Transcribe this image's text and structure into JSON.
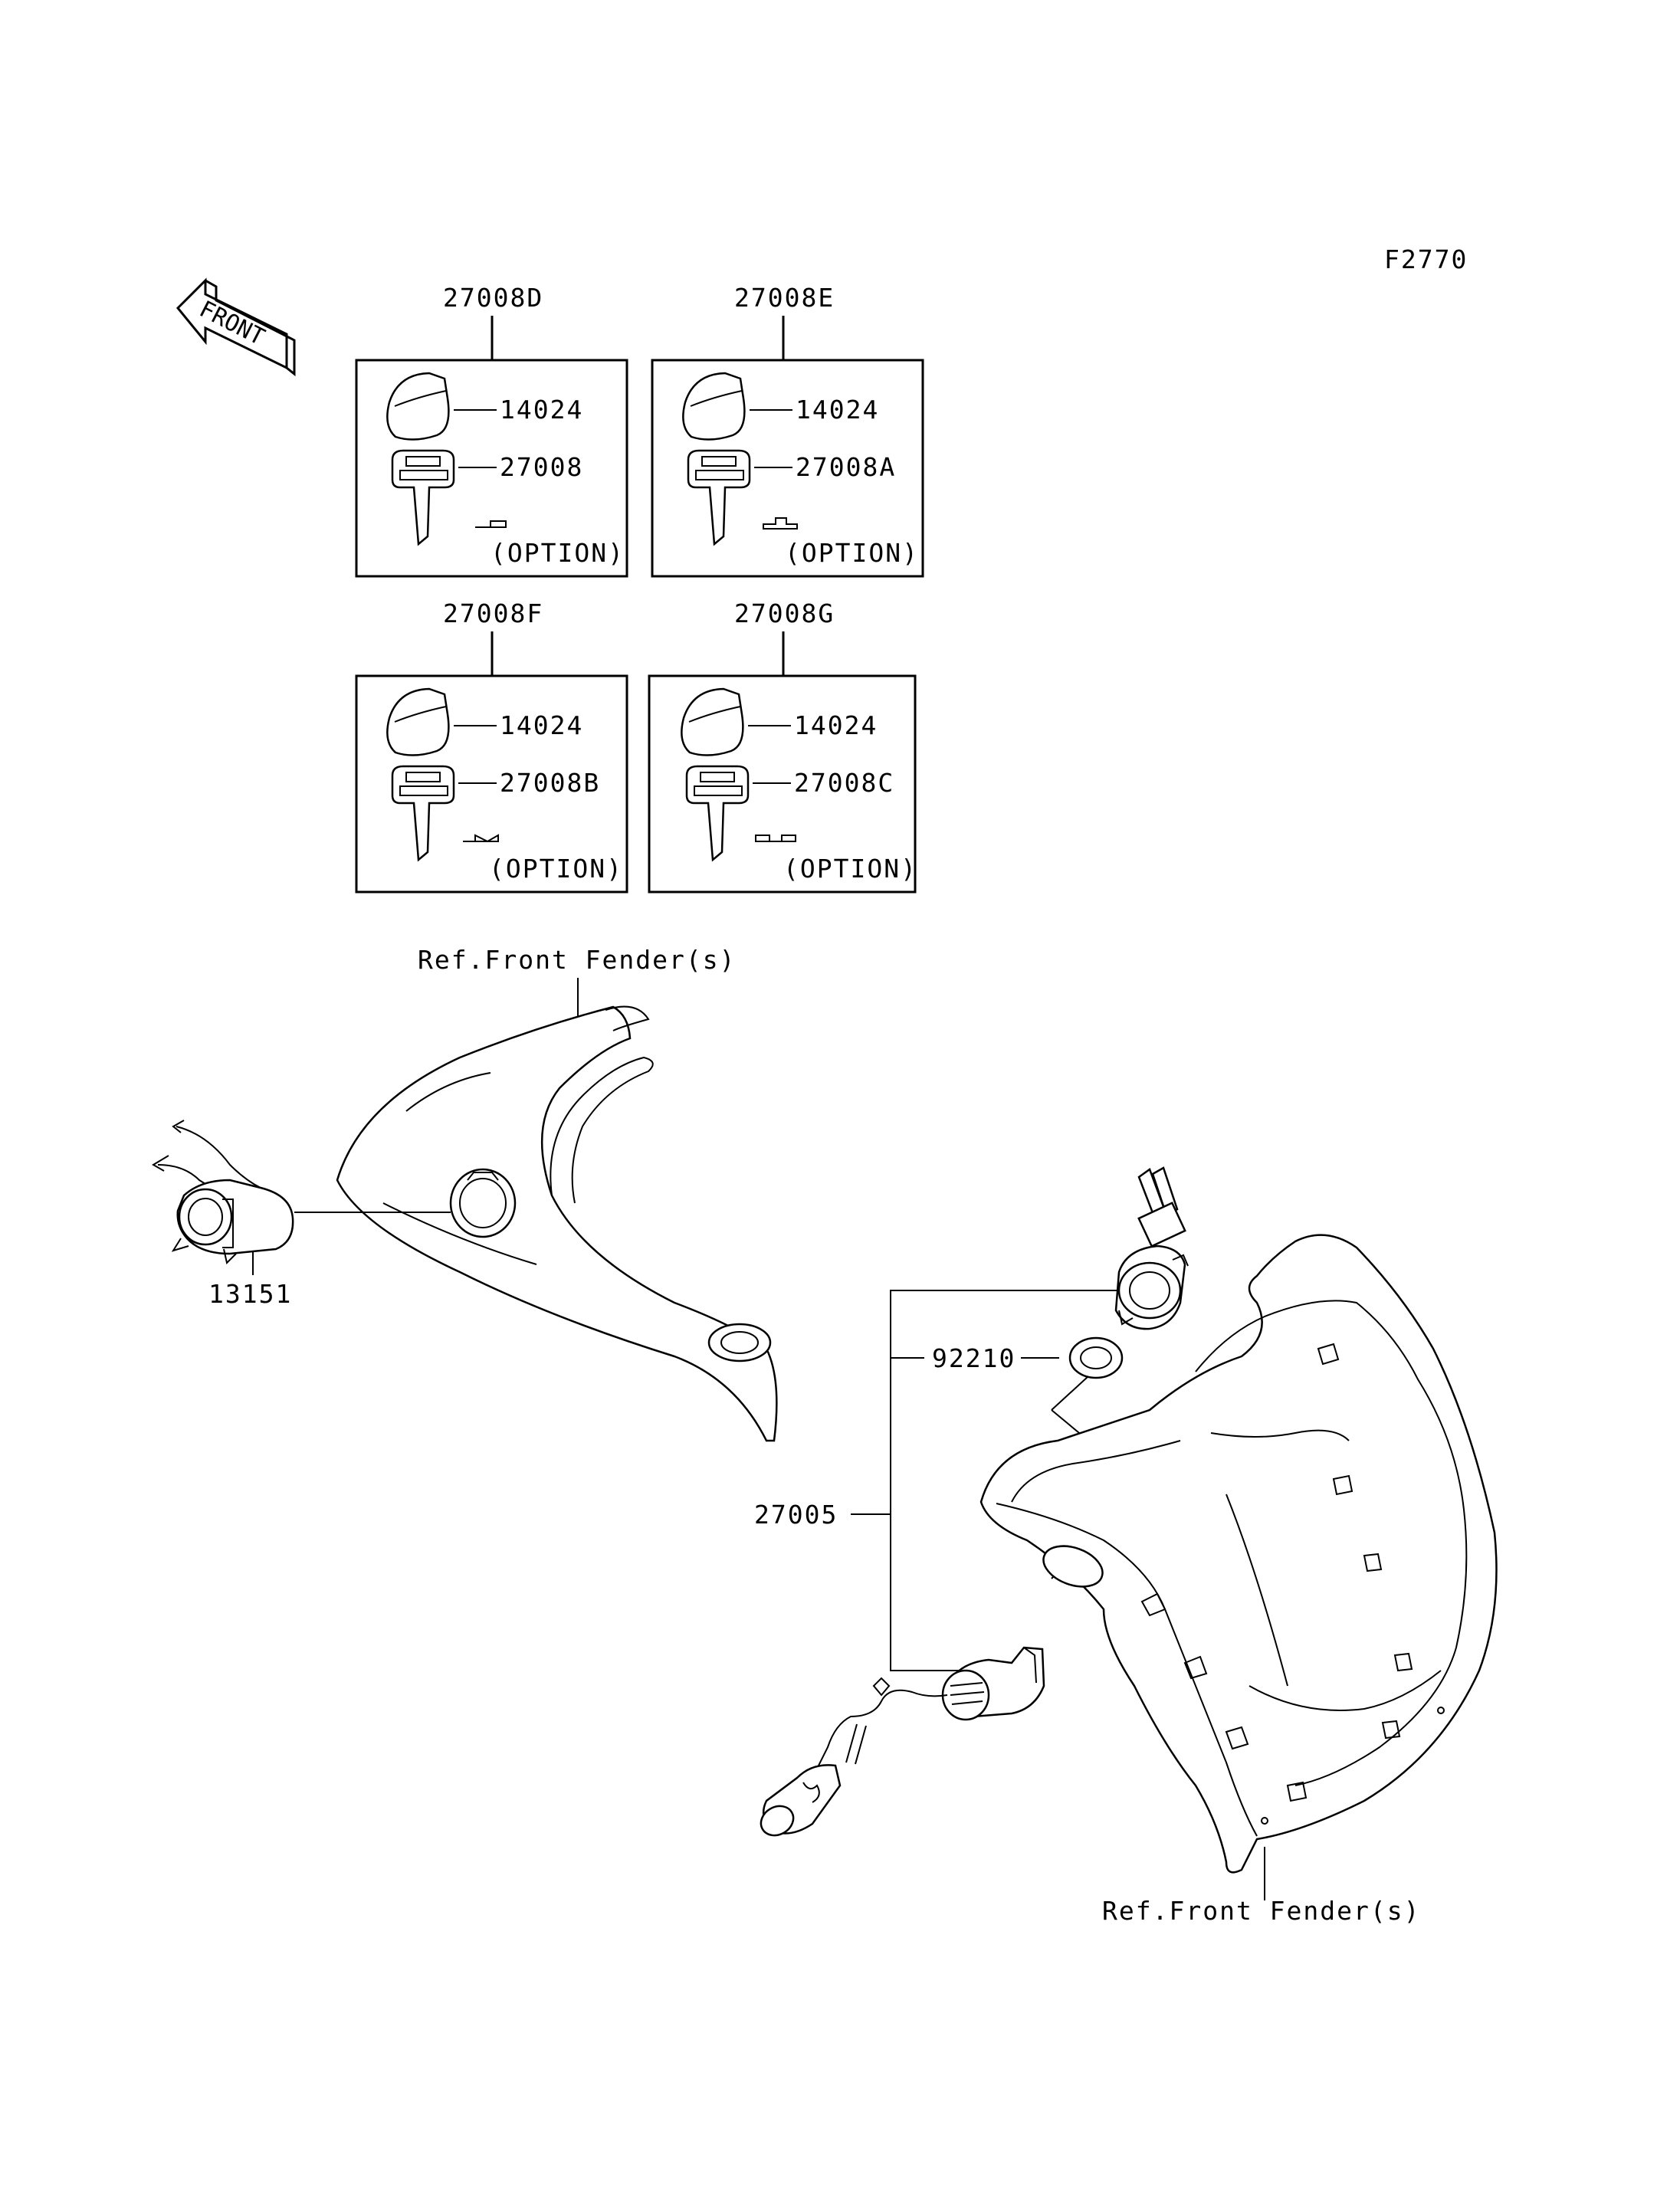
{
  "figure_code": "F2770",
  "front_marker": "FRONT",
  "key_sets": [
    {
      "set_number": "27008D",
      "knob_part": "14024",
      "key_part": "27008",
      "note": "(OPTION)"
    },
    {
      "set_number": "27008E",
      "knob_part": "14024",
      "key_part": "27008A",
      "note": "(OPTION)"
    },
    {
      "set_number": "27008F",
      "knob_part": "14024",
      "key_part": "27008B",
      "note": "(OPTION)"
    },
    {
      "set_number": "27008G",
      "knob_part": "14024",
      "key_part": "27008C",
      "note": "(OPTION)"
    }
  ],
  "callouts": {
    "ref_front_fender_upper": "Ref.Front Fender(s)",
    "ref_front_fender_lower": "Ref.Front Fender(s)",
    "part_13151": "13151",
    "part_92210": "92210",
    "part_27005": "27005"
  }
}
